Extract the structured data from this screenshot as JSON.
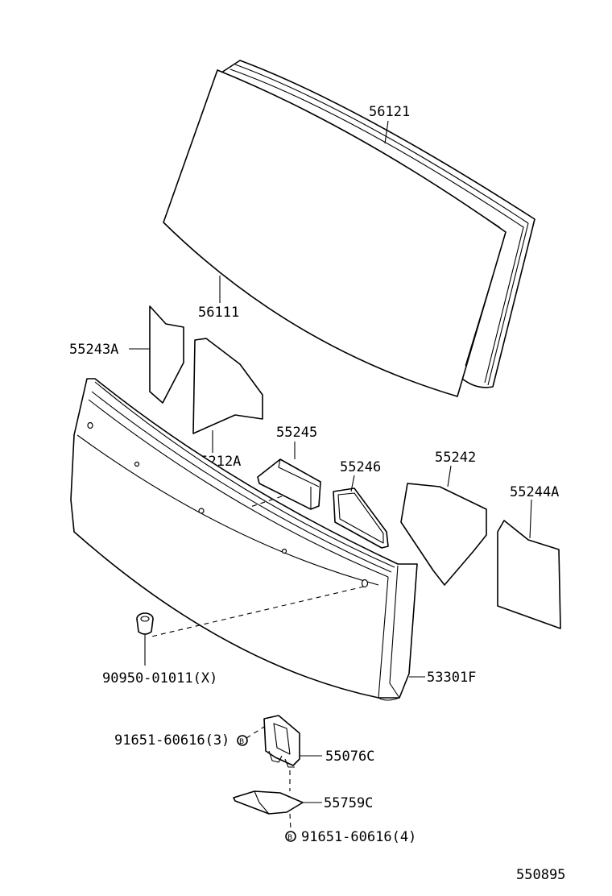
{
  "labels": {
    "p56121": "56121",
    "p56111": "56111",
    "p55243A": "55243A",
    "p55212A": "55212A",
    "p55245": "55245",
    "p55246": "55246",
    "p55242": "55242",
    "p55244A": "55244A",
    "p53301F": "53301F",
    "p9095001011": "90950-01011(X)",
    "p9165160616_3": "91651-60616(3)",
    "p55076C": "55076C",
    "p55759C": "55759C",
    "p9165160616_4": "91651-60616(4)",
    "diagram_id": "550895"
  },
  "colors": {
    "line": "#000000",
    "background": "#ffffff"
  }
}
